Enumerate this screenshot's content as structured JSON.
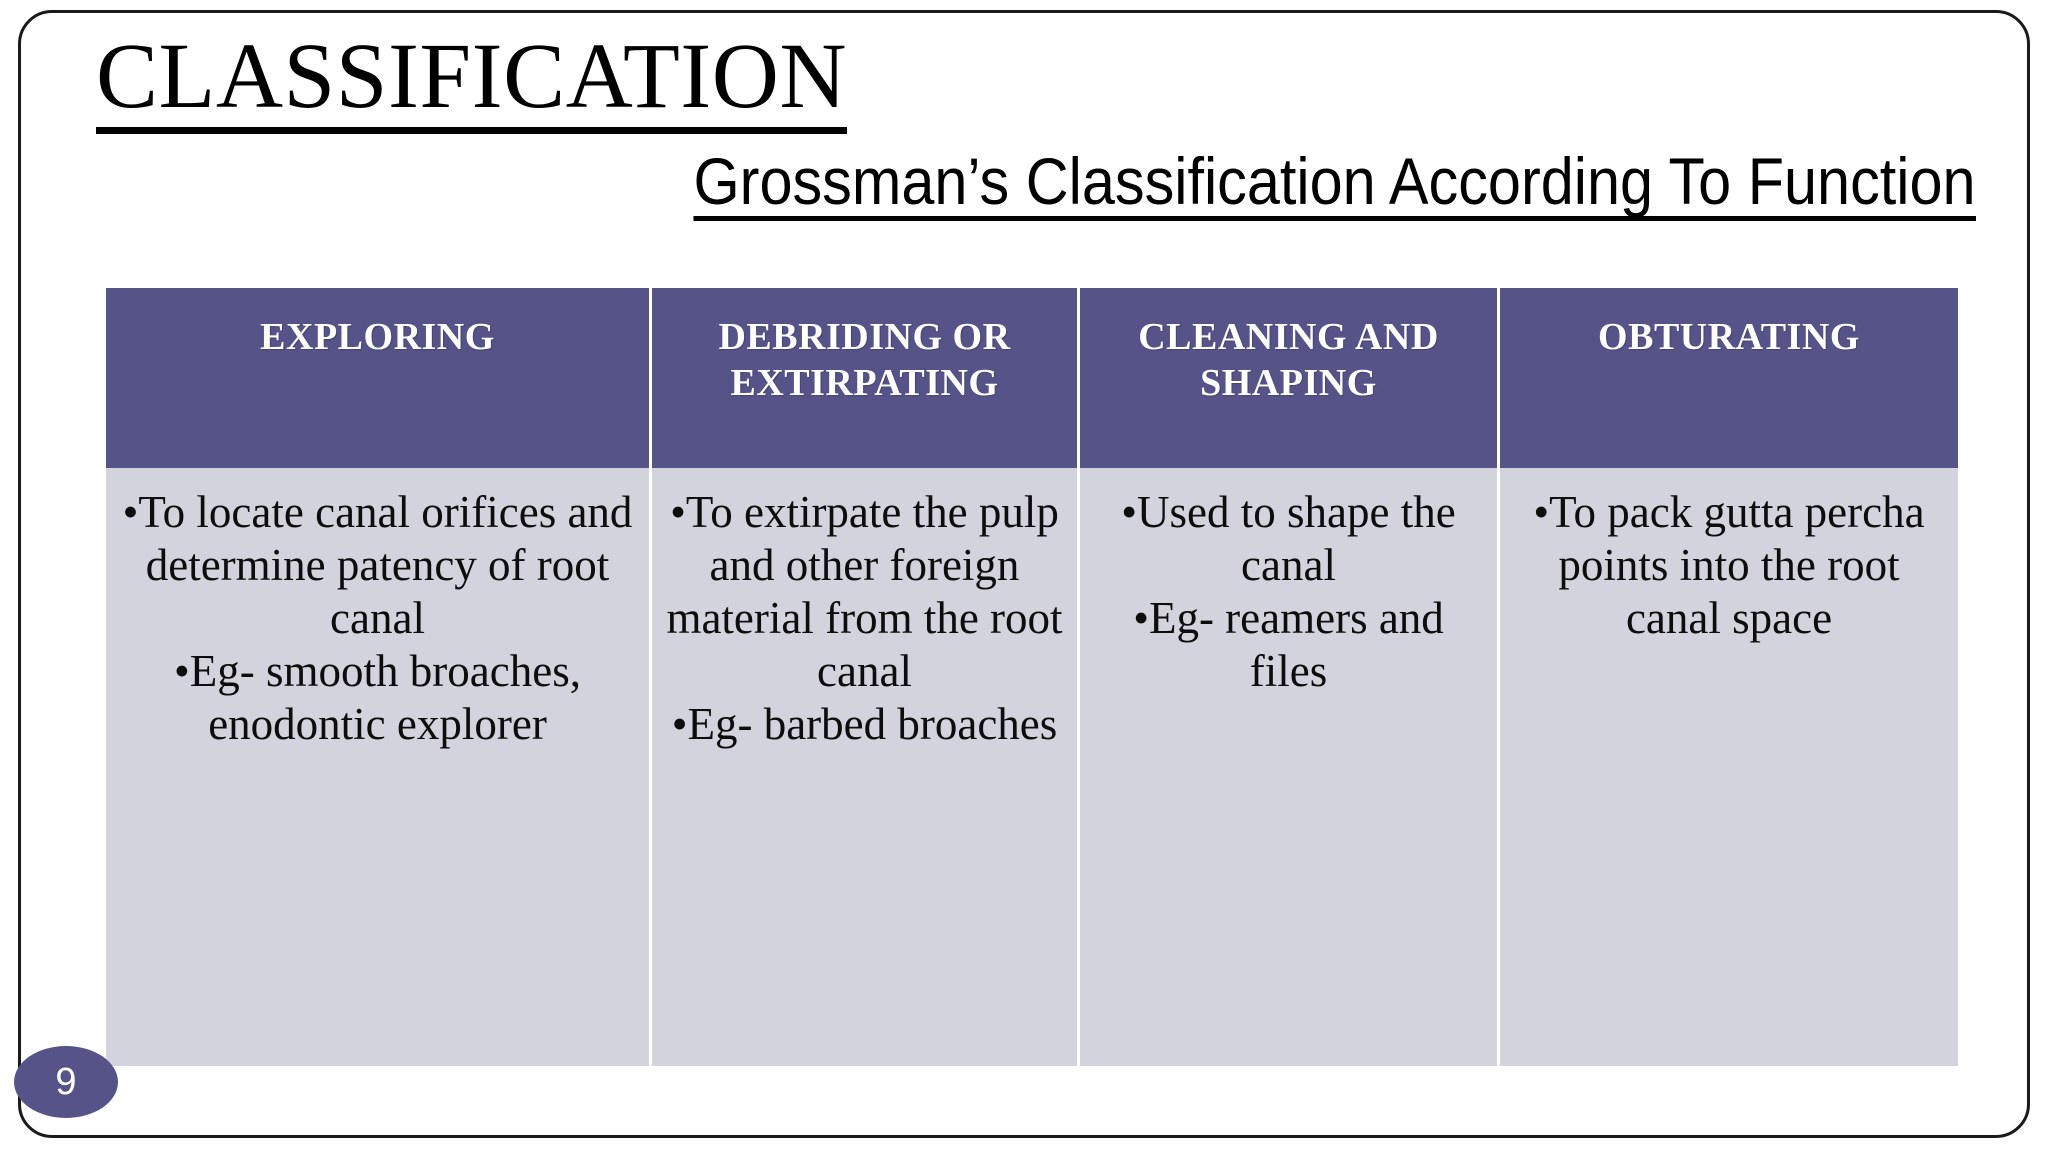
{
  "slide": {
    "title": "CLASSIFICATION",
    "subtitle": "Grossman’s Classification According To Function",
    "page_number": "9",
    "accent_color": "#555388",
    "body_cell_color": "#d2d3dc",
    "header_text_color": "#ffffff"
  },
  "table": {
    "headers": [
      "EXPLORING",
      "DEBRIDING OR EXTIRPATING",
      "CLEANING AND SHAPING",
      "OBTURATING"
    ],
    "columns": [
      {
        "header": "EXPLORING",
        "bullets": [
          "To locate canal orifices and determine patency of root canal",
          "Eg- smooth broaches, enodontic explorer"
        ]
      },
      {
        "header": "DEBRIDING OR EXTIRPATING",
        "bullets": [
          "To extirpate the pulp and other foreign material from the root canal",
          "Eg- barbed broaches"
        ]
      },
      {
        "header": "CLEANING AND SHAPING",
        "bullets": [
          "Used to shape the canal",
          "Eg- reamers and files"
        ]
      },
      {
        "header": "OBTURATING",
        "bullets": [
          "To pack gutta percha points into the root canal space"
        ]
      }
    ]
  }
}
